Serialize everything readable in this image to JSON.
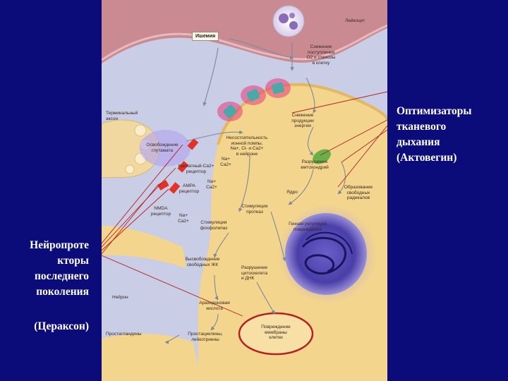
{
  "diagram": {
    "leukocyte": "Лейкоцит",
    "ischemia": "Ишемия",
    "reduced_supply": "Снижение\nпоступления\nО2 и глюкозы\nв клетку",
    "terminal_axon": "Терминальный\nаксон",
    "glutamate_release": "Освобождение\nглутамата",
    "kainate_receptor": "Каинатный-Cа2+\nрецептор",
    "ampa_receptor": "AMPA\nрецептор",
    "nmda_receptor": "NMDA\nрецептор",
    "na_ca_1": "Na+\nCa2+",
    "na_ca_2": "Na+\nCa2+",
    "na_ca_3": "Na+\nCa2+",
    "ionic_pump_failure": "Несостоятельность\nионной помпы,\nNa+, Cl- и Ca2+\nв нейроне",
    "energy_reduction": "Снижение\nпродукции\nэнергии",
    "mitochondria_damage": "Разрушение\nмитохондрий",
    "nucleus": "Ядро",
    "free_radicals": "Образование\nсвободных\nрадикалов",
    "protease_stimulation": "Стимуляция\nпротеаз",
    "phospholipase_stimulation": "Стимуляция\nфосфолипаз",
    "gene_regulation": "Генная регуляция\nповреждения",
    "free_fatty_acids": "Высвобождение\nсвободных ЖК",
    "cytoskeleton_dna": "Разрушение\nцитоскелета\nи ДНК",
    "neuron": "Нейрон",
    "arachidonic_acid": "Арахидоновая\nкислота",
    "prostaglandins": "Простагландины",
    "prostacyclins": "Простациклины,\nлейкотриены",
    "membrane_damage": "Повреждение\nмембраны\nклетки"
  },
  "captions": {
    "right": "Оптимизаторы\nтканевого\nдыхания\n(Актовегин)",
    "left": "Нейропроте\nкторы\nпоследнего\nпоколения",
    "left_2": "(Цераксон)"
  },
  "colors": {
    "background": "#0b0b7a",
    "cell": "#f3d58e",
    "vessel": "#c98b91",
    "arrow": "#b52020",
    "caption_text": "#ffffff"
  }
}
